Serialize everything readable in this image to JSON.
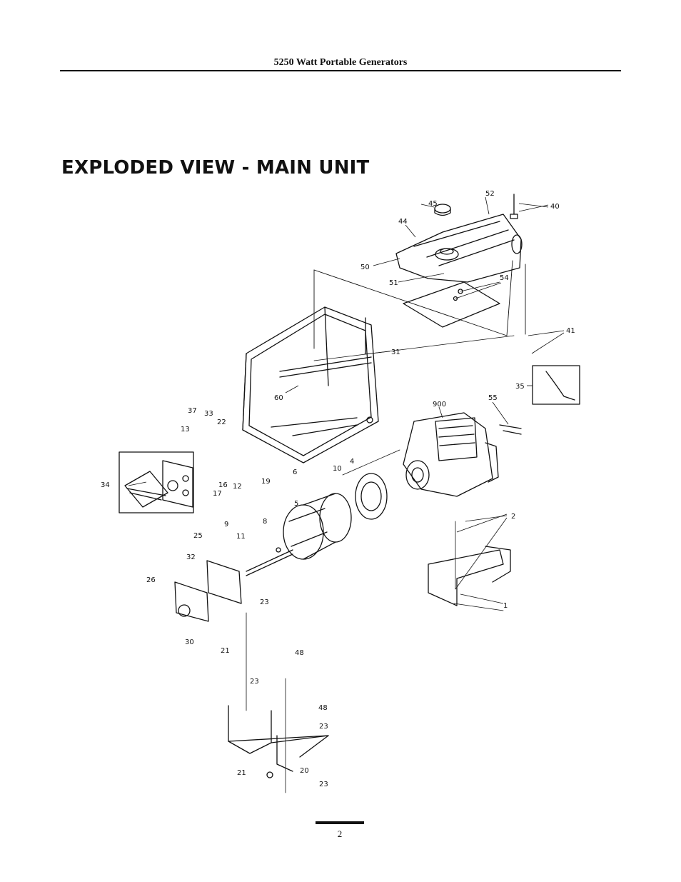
{
  "header": {
    "title": "5250 Watt Portable Generators"
  },
  "section": {
    "title": "EXPLODED VIEW - MAIN UNIT"
  },
  "callouts": [
    "45",
    "52",
    "40",
    "44",
    "50",
    "51",
    "54",
    "41",
    "35",
    "31",
    "60",
    "900",
    "55",
    "37",
    "33",
    "22",
    "13",
    "6",
    "4",
    "10",
    "19",
    "34",
    "16",
    "12",
    "17",
    "5",
    "2",
    "9",
    "8",
    "25",
    "11",
    "32",
    "26",
    "1",
    "23",
    "30",
    "21",
    "48",
    "20"
  ],
  "footer": {
    "page_number": "2"
  }
}
